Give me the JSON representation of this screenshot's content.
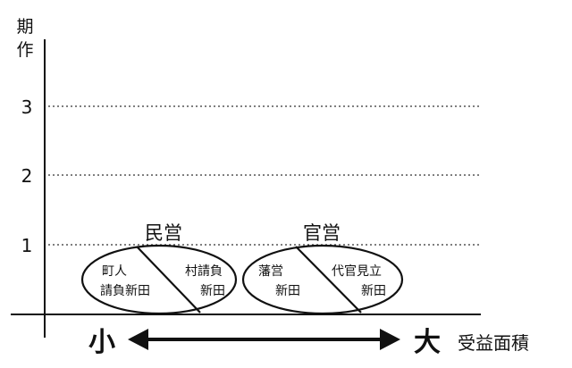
{
  "y_axis": {
    "label_chars": [
      "期",
      "作"
    ],
    "ticks": [
      "3",
      "2",
      "1"
    ]
  },
  "x_axis": {
    "left_end": "小",
    "right_end": "大",
    "label": "受益面積"
  },
  "groups": [
    {
      "heading": "民営",
      "left_lines": [
        "町人",
        "請負新田"
      ],
      "right_lines": [
        "村請負",
        "新田"
      ]
    },
    {
      "heading": "官営",
      "left_lines": [
        "藩営",
        "新田"
      ],
      "right_lines": [
        "代官見立",
        "新田"
      ]
    }
  ]
}
